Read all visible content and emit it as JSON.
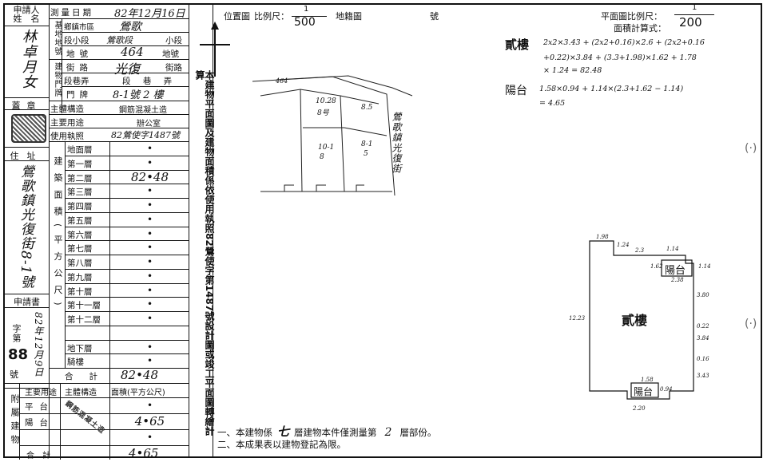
{
  "applicant": {
    "name_label": "申請人姓名",
    "name_value": "林卓月女",
    "seal_label": "蓋章",
    "address_label": "住址",
    "address_value": "鶯歌鎮光復街8-1號",
    "application_label": "申請書",
    "application_date": "82年12月9日",
    "no_label_top": "字第",
    "no_value": "88",
    "no_label_bottom": "號"
  },
  "survey": {
    "date_label": "測量日期",
    "date_value": "82年12月16日",
    "base_land_label": "基地地號",
    "township_label": "鄉鎮市區",
    "township_value": "鶯歌",
    "section_label": "段小段",
    "section_value": "鶯歌段",
    "subsection_suffix": "小段",
    "lot_label": "地號",
    "lot_value": "464",
    "lot_suffix": "地號",
    "house_no_label": "建物門牌",
    "street_label": "街路",
    "street_value": "光復",
    "street_suffix": "街路",
    "lane_label": "段巷弄",
    "lane_suffix": "段 巷 弄",
    "door_label": "門牌",
    "door_value": "8-1號 2 樓",
    "structure_label": "主體構造",
    "structure_value": "鋼筋混凝土造",
    "use_label": "主要用途",
    "use_value": "辦公室",
    "permit_label": "使用執照",
    "permit_value": "82鶯使字1487號",
    "area_section_label": "建築面積(平方公尺)",
    "floors": [
      {
        "name": "地面層",
        "value": "•"
      },
      {
        "name": "第一層",
        "value": "•"
      },
      {
        "name": "第二層",
        "value": "82•48"
      },
      {
        "name": "第三層",
        "value": "•"
      },
      {
        "name": "第四層",
        "value": "•"
      },
      {
        "name": "第五層",
        "value": "•"
      },
      {
        "name": "第六層",
        "value": "•"
      },
      {
        "name": "第七層",
        "value": "•"
      },
      {
        "name": "第八層",
        "value": "•"
      },
      {
        "name": "第九層",
        "value": "•"
      },
      {
        "name": "第十層",
        "value": "•"
      },
      {
        "name": "第十一層",
        "value": "•"
      },
      {
        "name": "第十二層",
        "value": "•"
      },
      {
        "name": "",
        "value": ""
      },
      {
        "name": "地下層",
        "value": "•"
      },
      {
        "name": "騎樓",
        "value": "•"
      }
    ],
    "total_label": "合計",
    "total_value": "82•48"
  },
  "attached": {
    "label": "附屬建物",
    "h_use": "主要用途",
    "h_struct": "主體構造",
    "h_area": "面積(平方公尺)",
    "rows": [
      {
        "use": "平台",
        "area": "•"
      },
      {
        "use": "陽台",
        "area": "4•65"
      },
      {
        "use": "",
        "area": "•"
      }
    ],
    "total_label": "合計",
    "total_value": "4•65",
    "stamp_text": "鋼筋混凝土造"
  },
  "vertical_statement": "本建物平面圖及建物面積係依使用執照82鶯使字第1487號設計圖或竣工平面圖轉繪計算",
  "location_map": {
    "title": "位置圖",
    "scale_label": "比例尺：",
    "scale_num": "1",
    "scale_den": "500",
    "cadastral_label": "地籍圖",
    "number_suffix": "號",
    "lot_tag": "464",
    "unit_left": "10.28",
    "unit_left2": "8号",
    "unit_right": "8.5",
    "unit_bottom_left": "10-1",
    "unit_bottom_left2": "8",
    "unit_bottom_right": "8-1",
    "unit_bottom_right2": "5",
    "street_note": "鶯歌鎮光復街"
  },
  "floor_plan": {
    "scale_label": "平面圖比例尺：",
    "scale_num": "1",
    "scale_den": "200",
    "formula_label": "面積計算式：",
    "floor_name": "貳樓",
    "formula_1": "2x2×3.43 + (2x2+0.16)×2.6 + (2x2+0.16",
    "formula_2": "+0.22)×3.84 + (3.3+1.98)×1.62 + 1.78",
    "formula_3": "× 1.24 = 82.48",
    "balcony_name": "陽台",
    "balcony_formula": "1.58×0.94 + 1.14×(2.3+1.62 − 1.14)",
    "balcony_result": "= 4.65",
    "plan_floor_label": "貳樓",
    "plan_balcony_label": "陽台",
    "plan_balcony2_label": "陽台",
    "dims": [
      "1.98",
      "1.24",
      "2.3",
      "1.14",
      "1.62",
      "1.14",
      "2.38",
      "3.80",
      "12.23",
      "0.22",
      "3.84",
      "0.16",
      "3.43",
      "1.58",
      "0.94",
      "2.20"
    ]
  },
  "notes": {
    "note1_prefix": "一、本建物係",
    "note1_floors": "七",
    "note1_mid": "層建物本件僅測量第",
    "note1_floor": "2",
    "note1_suffix": "層部份。",
    "note2": "二、本成果表以建物登記為限。"
  }
}
